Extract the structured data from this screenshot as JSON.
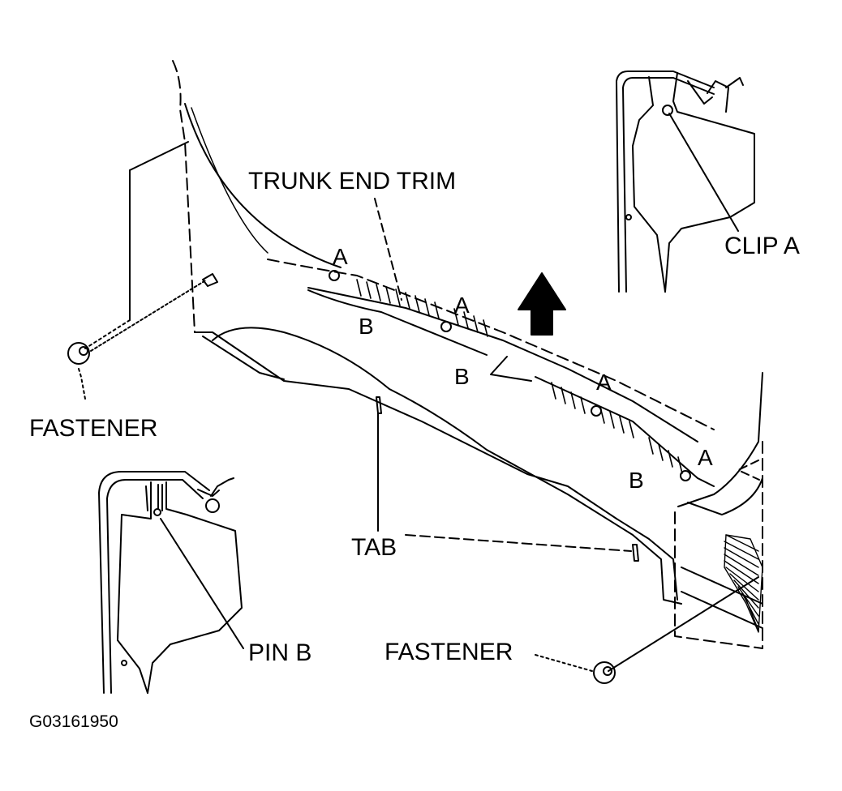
{
  "labels": {
    "trunk_end_trim": "TRUNK END TRIM",
    "clip_a": "CLIP A",
    "fastener_left": "FASTENER",
    "fastener_right": "FASTENER",
    "tab": "TAB",
    "pin_b": "PIN B",
    "figure_code": "G03161950"
  },
  "markers": {
    "a": "A",
    "b": "B"
  },
  "colors": {
    "ink": "#000000",
    "background": "#ffffff"
  },
  "icons": [
    "up-arrow-icon",
    "fastener-icon",
    "clip-icon",
    "pin-icon"
  ]
}
